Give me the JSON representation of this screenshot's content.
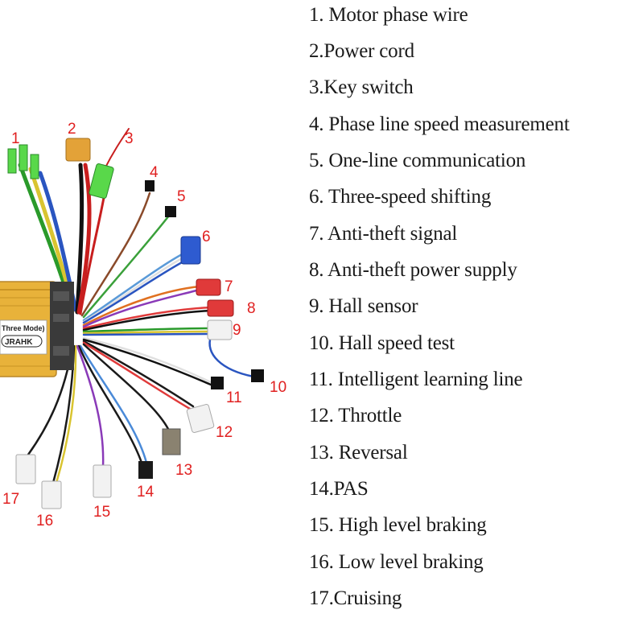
{
  "controller": {
    "mode_text": "Three Mode)",
    "brand_text": "JRAHK"
  },
  "callouts": [
    "1",
    "2",
    "3",
    "4",
    "5",
    "6",
    "7",
    "8",
    "9",
    "10",
    "11",
    "12",
    "13",
    "14",
    "15",
    "16",
    "17"
  ],
  "legend": [
    "1. Motor phase wire",
    "2.Power cord",
    "3.Key switch",
    "4. Phase line speed measurement",
    "5. One-line communication",
    "6. Three-speed shifting",
    "7. Anti-theft signal",
    "8. Anti-theft power supply",
    "9. Hall sensor",
    "10. Hall speed test",
    "11. Intelligent learning line",
    "12. Throttle",
    "13. Reversal",
    "14.PAS",
    "15. High level braking",
    "16. Low level braking",
    "17.Cruising"
  ],
  "colors": {
    "label_red": "#e02020",
    "controller_gold": "#e8b23a",
    "green_connector": "#59d84a",
    "orange_connector": "#e3a238",
    "blue_connector": "#2e5bd0",
    "red_connector": "#e03a3a"
  }
}
